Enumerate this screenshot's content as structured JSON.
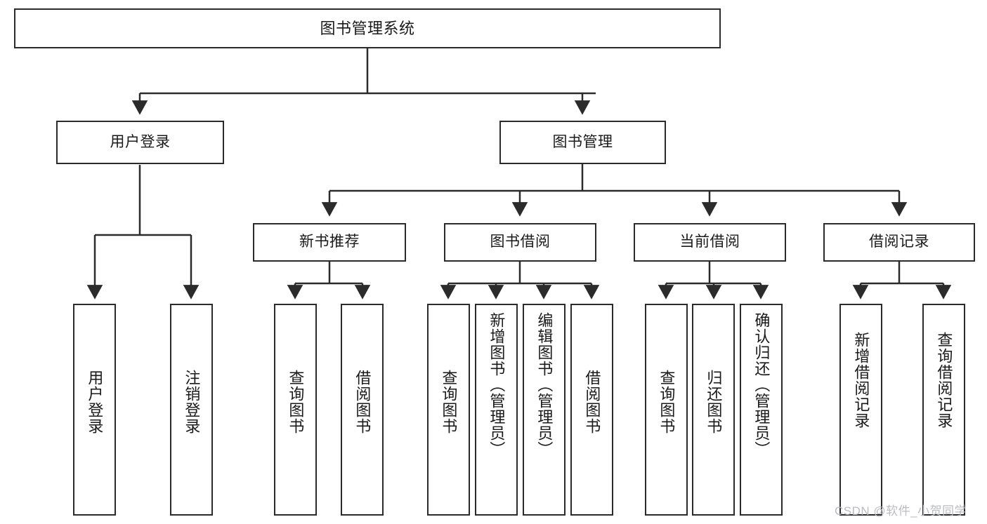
{
  "diagram": {
    "title": "图书管理系统",
    "root": {
      "label": "图书管理系统"
    },
    "level2": [
      {
        "label": "用户登录"
      },
      {
        "label": "图书管理"
      }
    ],
    "level3": [
      {
        "label": "新书推荐"
      },
      {
        "label": "图书借阅"
      },
      {
        "label": "当前借阅"
      },
      {
        "label": "借阅记录"
      }
    ],
    "leaves": {
      "user_login": [
        {
          "label": "用户登录"
        },
        {
          "label": "注销登录"
        }
      ],
      "new_book_recommend": [
        {
          "label": "查询图书"
        },
        {
          "label": "借阅图书"
        }
      ],
      "book_borrow": [
        {
          "label": "查询图书"
        },
        {
          "label": "新增图书（管理员）"
        },
        {
          "label": "编辑图书（管理员）"
        },
        {
          "label": "借阅图书"
        }
      ],
      "current_borrow": [
        {
          "label": "查询图书"
        },
        {
          "label": "归还图书"
        },
        {
          "label": "确认归还（管理员）"
        }
      ],
      "borrow_record": [
        {
          "label": "新增借阅记录"
        },
        {
          "label": "查询借阅记录"
        }
      ]
    }
  },
  "watermark": {
    "text": "CSDN @软件_小贺同学"
  },
  "colors": {
    "stroke": "#2b2b2b",
    "background": "#ffffff",
    "text": "#1a1a1a",
    "watermark": "#b9bcc0"
  }
}
